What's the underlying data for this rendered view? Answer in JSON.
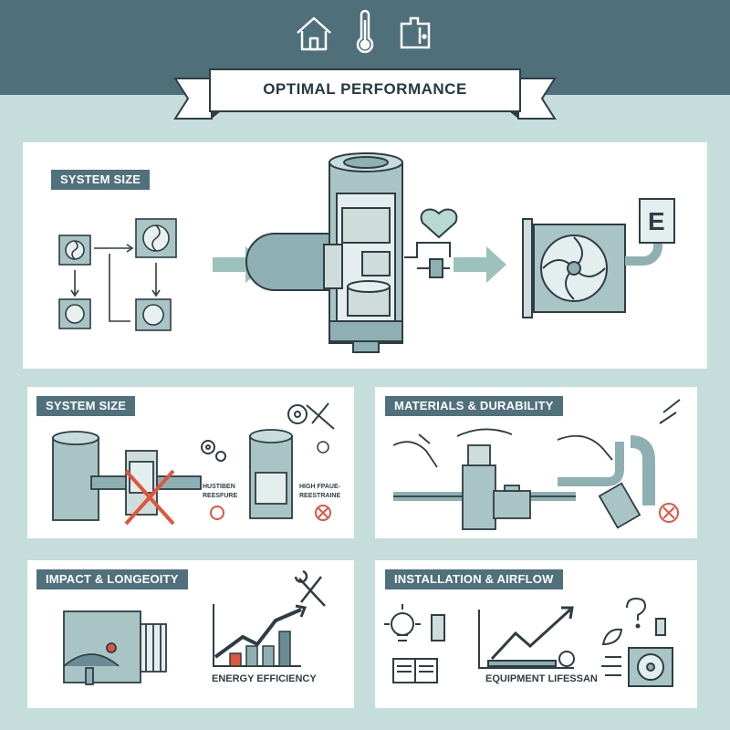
{
  "header": {
    "title": "OPTIMAL PERFORMANCE",
    "icons": [
      "house-icon",
      "thermometer-icon",
      "appliance-icon"
    ]
  },
  "main_panel": {
    "tag": "SYSTEM SIZE",
    "icons": [
      "outdoor-unit-icon",
      "heart-icon",
      "energy-label-icon"
    ]
  },
  "panel_system_size": {
    "tag": "SYSTEM SIZE",
    "label_left": [
      "HUSTIBEN",
      "REESFURE"
    ],
    "label_right": [
      "HIGH FPAUE-",
      "REESTRAINE"
    ]
  },
  "panel_materials": {
    "tag": "MATERIALS & DURABILITY"
  },
  "panel_impact": {
    "tag": "IMPACT & LONGEOITY",
    "chart_caption": "ENERGY EFFICIENCY"
  },
  "panel_installation": {
    "tag": "INSTALLATION & AIRFLOW",
    "chart_caption": "EQUIPMENT LIFESSAN"
  },
  "colors": {
    "header_band": "#4f6f7b",
    "background": "#c5dddb",
    "tag_fill": "#50707c",
    "accent_red": "#e0553d",
    "metal": "#8fb0b3"
  }
}
